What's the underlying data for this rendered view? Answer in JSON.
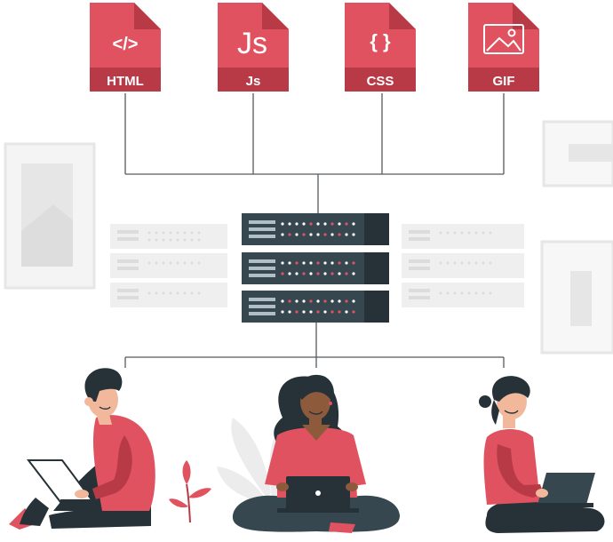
{
  "files": [
    {
      "symbol": "</>",
      "label": "HTML",
      "icon": "code-brackets-icon"
    },
    {
      "symbol": "Js",
      "label": "Js",
      "icon": "javascript-icon"
    },
    {
      "symbol": "{ }",
      "label": "CSS",
      "icon": "curly-braces-icon"
    },
    {
      "symbol": "",
      "label": "GIF",
      "icon": "image-icon"
    }
  ],
  "colors": {
    "accent": "#e0525f",
    "accent_dark": "#b93a47",
    "server": "#37474f",
    "server_dark": "#263238",
    "line": "#555b5f",
    "ghost": "#ebebeb",
    "skin_light": "#f2b89b",
    "skin_dark": "#8d5a3b",
    "hair": "#263238",
    "pants": "#263238"
  }
}
